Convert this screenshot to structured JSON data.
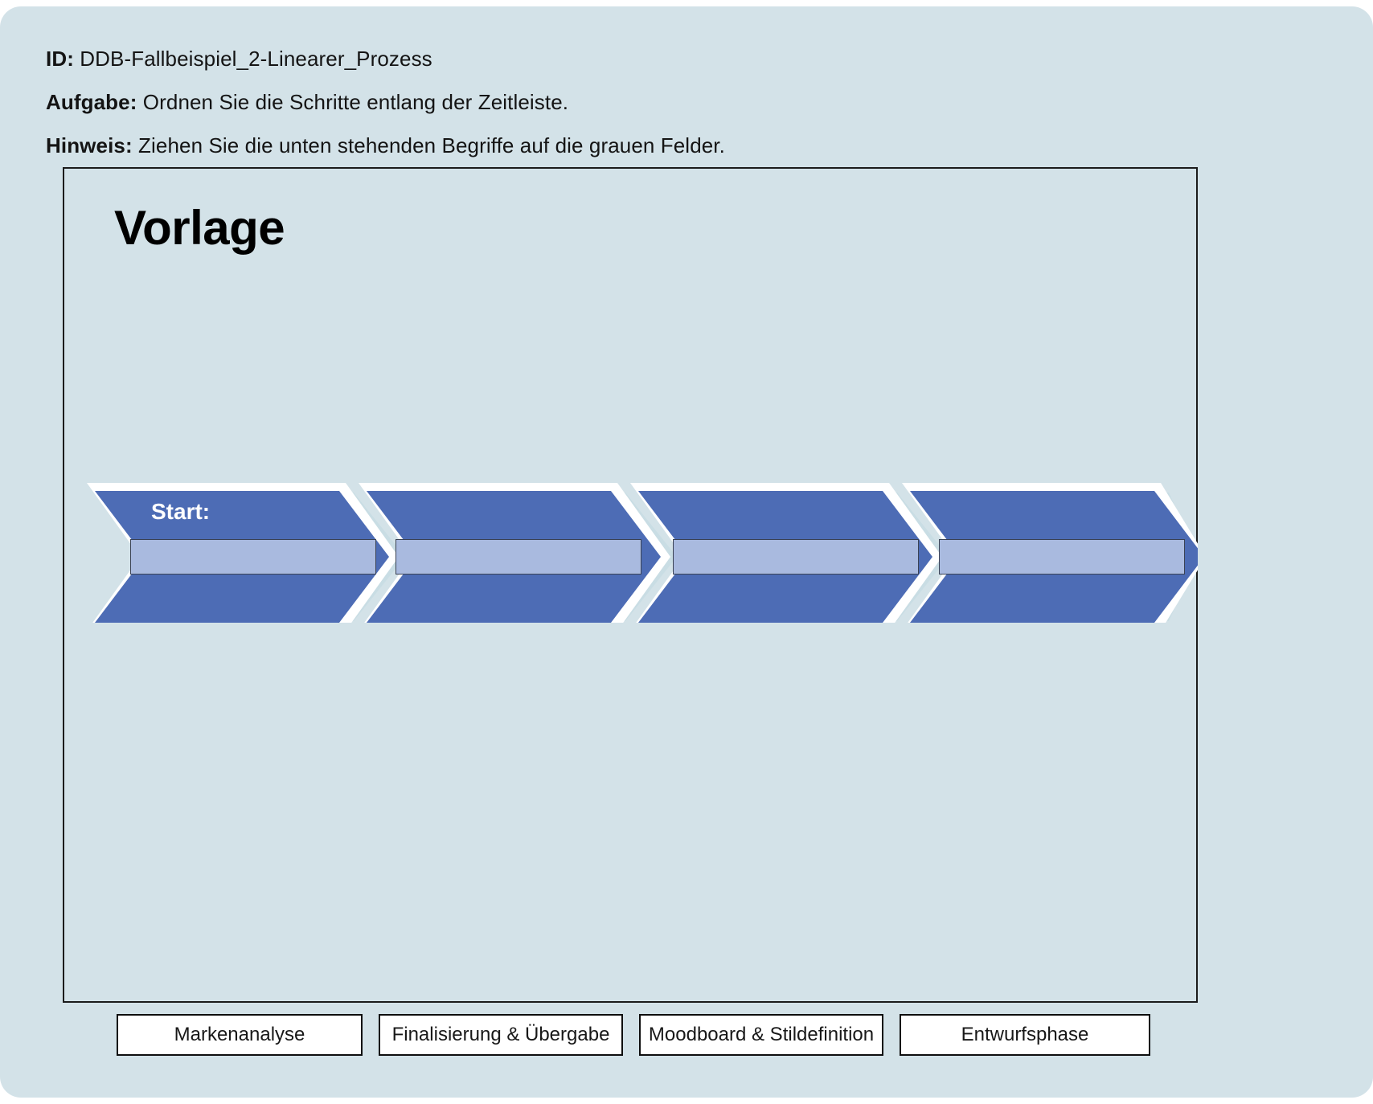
{
  "meta": {
    "id_label": "ID:",
    "id_value": "DDB-Fallbeispiel_2-Linearer_Prozess",
    "task_label": "Aufgabe:",
    "task_value": "Ordnen Sie die Schritte entlang der Zeitleiste.",
    "hint_label": "Hinweis:",
    "hint_value": "Ziehen Sie die unten stehenden Begriffe auf die grauen Felder."
  },
  "stage": {
    "title": "Vorlage",
    "start_label": "Start:",
    "steps": [
      {
        "index": 1,
        "text": ""
      },
      {
        "index": 2,
        "text": ""
      },
      {
        "index": 3,
        "text": ""
      },
      {
        "index": 4,
        "text": ""
      }
    ]
  },
  "terms": [
    {
      "label": "Markenanalyse"
    },
    {
      "label": "Finalisierung & Übergabe"
    },
    {
      "label": "Moodboard & Stildefinition"
    },
    {
      "label": "Entwurfsphase"
    }
  ],
  "colors": {
    "page_background": "#d3e2e8",
    "chevron_fill": "#4d6cb5",
    "chevron_outline": "#ffffff",
    "chevron_shadow": "#c9dde4",
    "dropzone_fill": "#a9badf",
    "dropzone_border": "#3a4253",
    "panel_border": "#1b1b1b",
    "chip_background": "#ffffff",
    "chip_border": "#0e0e0e",
    "text": "#141414"
  }
}
